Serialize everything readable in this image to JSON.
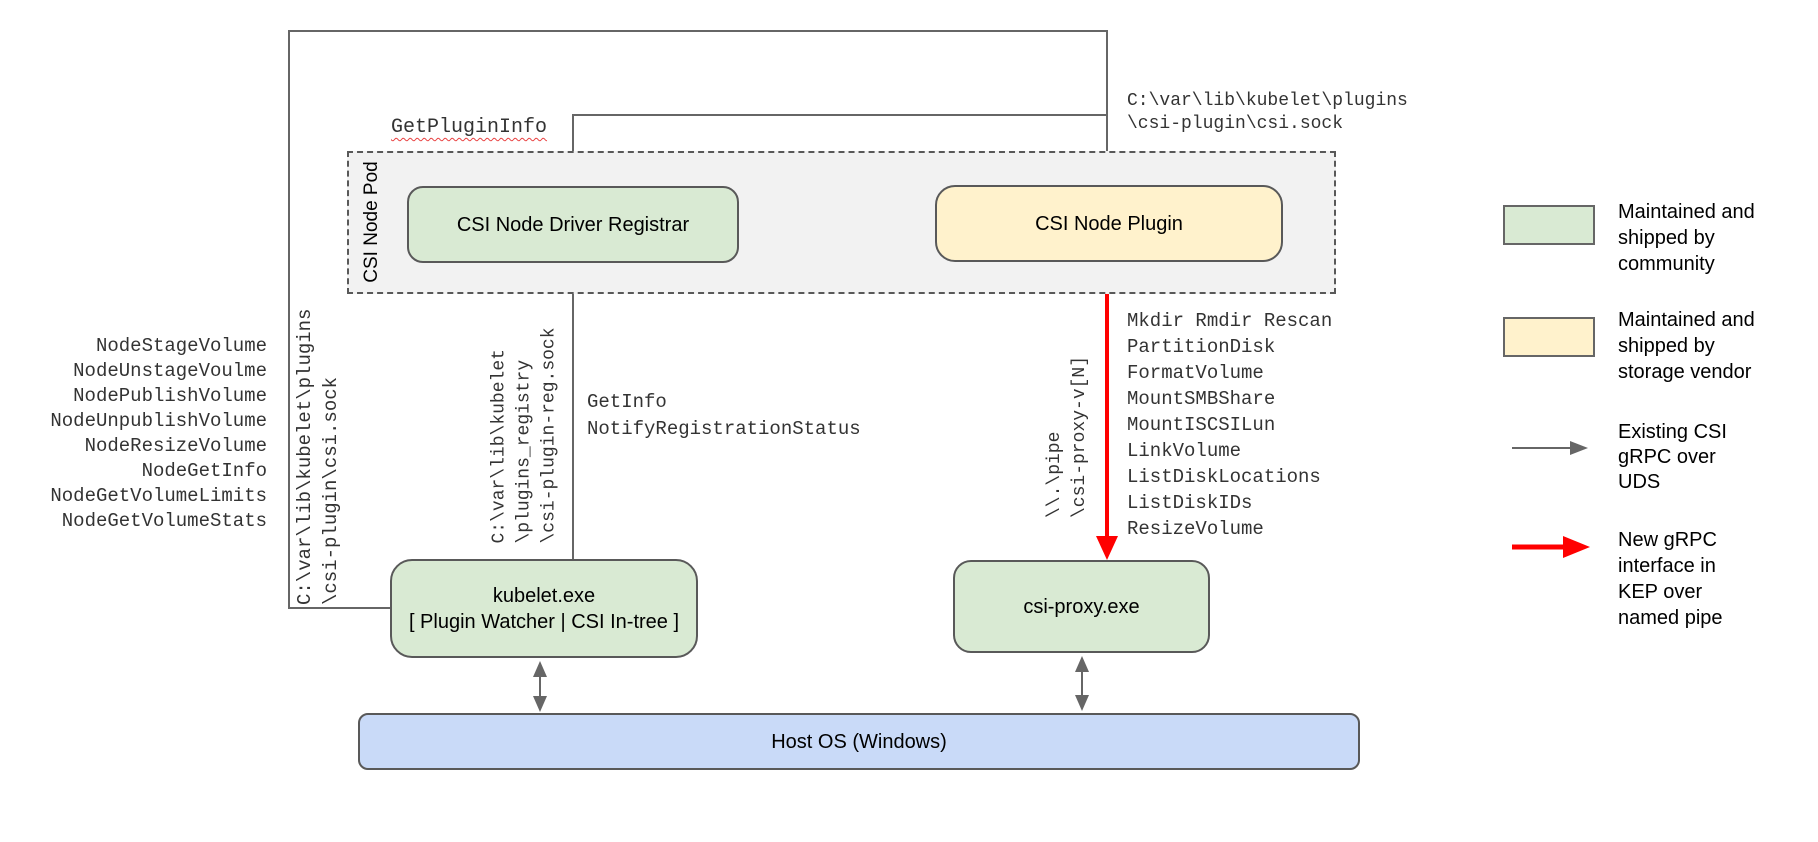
{
  "pod": {
    "label": "CSI Node Pod"
  },
  "boxes": {
    "registrar": "CSI Node Driver Registrar",
    "plugin": "CSI Node Plugin",
    "kubelet_lines": [
      "kubelet.exe",
      "[ Plugin Watcher | CSI In-tree ]"
    ],
    "csi_proxy": "csi-proxy.exe",
    "host_os": "Host OS (Windows)"
  },
  "labels": {
    "get_plugin_info": "GetPluginInfo",
    "csi_sock_path_lines": [
      "C:\\var\\lib\\kubelet\\plugins",
      "\\csi-plugin\\csi.sock"
    ]
  },
  "rpc_lists": {
    "node_rpcs": [
      "NodeStageVolume",
      "NodeUnstageVoulme",
      "NodePublishVolume",
      "NodeUnpublishVolume",
      "NodeResizeVolume",
      "NodeGetInfo",
      "NodeGetVolumeLimits",
      "NodeGetVolumeStats"
    ],
    "registration_rpcs": [
      "GetInfo",
      "NotifyRegistrationStatus"
    ],
    "proxy_rpcs": [
      "Mkdir Rmdir Rescan",
      "PartitionDisk",
      "FormatVolume",
      "MountSMBShare",
      "MountISCSILun",
      "LinkVolume",
      "ListDiskLocations",
      "ListDiskIDs",
      "ResizeVolume"
    ]
  },
  "rotated_labels": {
    "kubelet_csi_sock_lines": [
      "C:\\var\\lib\\kubelet\\plugins",
      "\\csi-plugin\\csi.sock"
    ],
    "registration_sock_lines": [
      "C:\\var\\lib\\kubelet",
      "\\plugins_registry",
      "\\csi-plugin-reg.sock"
    ],
    "named_pipe_lines": [
      "\\\\.\\pipe",
      "\\csi-proxy-v[N]"
    ]
  },
  "legend": {
    "community_lines": [
      "Maintained and",
      "shipped by",
      "community"
    ],
    "vendor_lines": [
      "Maintained and",
      "shipped by",
      "storage vendor"
    ],
    "uds_lines": [
      "Existing CSI",
      "gRPC over",
      "UDS"
    ],
    "named_pipe_lines": [
      "New gRPC",
      "interface in",
      "KEP over",
      "named pipe"
    ]
  },
  "colors": {
    "community_green": "#d9ead3",
    "vendor_yellow": "#fff2cc",
    "host_blue": "#c9daf8",
    "pod_gray": "#f2f2f2",
    "line_gray": "#666666",
    "new_grpc_red": "#ff0000"
  }
}
